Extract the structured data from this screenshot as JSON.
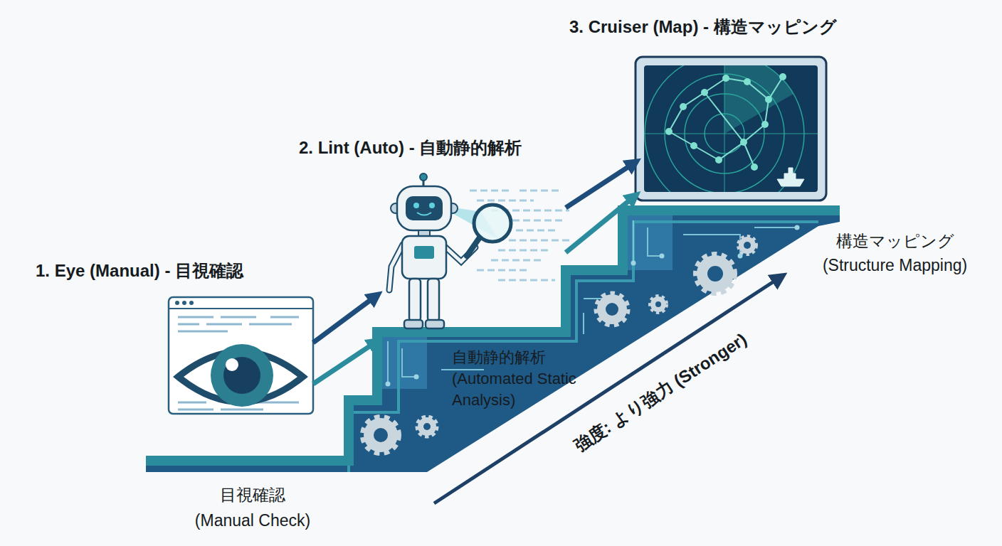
{
  "diagram": {
    "nodes": [
      {
        "text": [
          "1. Eye (Manual) - 目視確認",
          "目視確認 (Manual Check)"
        ]
      },
      {
        "text": [
          "2. Lint (Auto) - 自動静的解析",
          "自動静的解析 (Automated Static Analysis)"
        ]
      },
      {
        "text": [
          "3. Cruiser (Map) - 構造マッピング",
          "構造マッピング (Structure Mapping)"
        ]
      }
    ],
    "edges": [
      {
        "from": 0,
        "to": 1,
        "arrow": "to"
      },
      {
        "from": 0,
        "to": 1,
        "arrow": "to"
      },
      {
        "from": 1,
        "to": 2,
        "arrow": "to"
      },
      {
        "from": 1,
        "to": 2,
        "arrow": "to"
      }
    ],
    "labels": [
      "強度: より強力 (Stronger)"
    ]
  }
}
